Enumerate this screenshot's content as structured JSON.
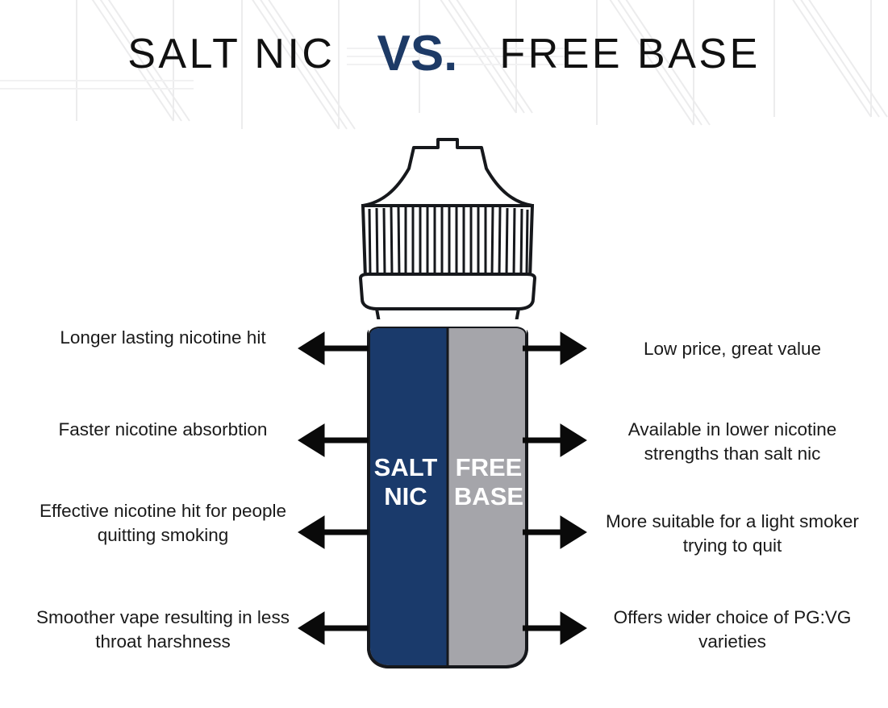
{
  "header": {
    "left_title": "SALT NIC",
    "vs": "VS.",
    "right_title": "FREE BASE"
  },
  "bottle": {
    "left_label_line1": "SALT",
    "left_label_line2": "NIC",
    "right_label_line1": "FREE",
    "right_label_line2": "BASE",
    "left_color": "#1a3a6b",
    "right_color": "#a5a5aa",
    "outline_color": "#16181c",
    "cap_fill": "#ffffff"
  },
  "colors": {
    "navy": "#1d3a66",
    "gray": "#a5a5aa",
    "text": "#1a1a1a",
    "background": "#ffffff",
    "arrow": "#0a0a0a"
  },
  "salt_nic_benefits": [
    "Longer lasting nicotine hit",
    "Faster nicotine absorbtion",
    "Effective nicotine hit for people quitting smoking",
    "Smoother vape resulting in less throat harshness"
  ],
  "free_base_benefits": [
    "Low price, great value",
    "Available in lower nicotine strengths than salt nic",
    "More suitable for a light smoker trying to quit",
    "Offers wider choice of PG:VG varieties"
  ]
}
